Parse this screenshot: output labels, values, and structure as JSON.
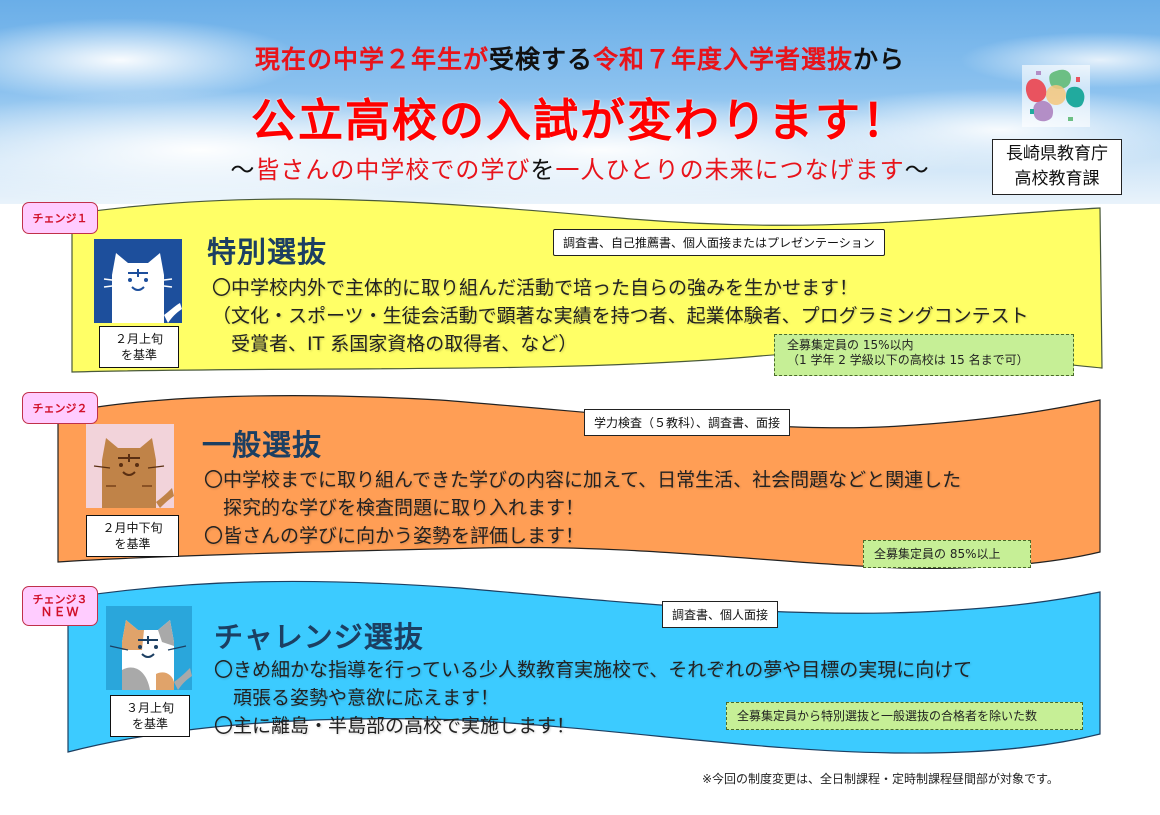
{
  "header": {
    "line1": [
      {
        "text": "現在の中学２年生が",
        "color": "red"
      },
      {
        "text": "受検する",
        "color": "black"
      },
      {
        "text": "令和７年度入学者選抜",
        "color": "red"
      },
      {
        "text": "から",
        "color": "black"
      }
    ],
    "headline": "公立高校の入試が変わります！",
    "subtitle": [
      {
        "text": "～",
        "color": "black"
      },
      {
        "text": "皆さんの中学校での学び",
        "color": "red"
      },
      {
        "text": "を",
        "color": "black"
      },
      {
        "text": "一人ひとりの未来",
        "color": "red"
      },
      {
        "text": "につなげます",
        "color": "red"
      },
      {
        "text": "～",
        "color": "black"
      }
    ],
    "org_line1": "長崎県教育庁",
    "org_line2": "高校教育課",
    "logo_icon": "flower-logo-icon"
  },
  "colors": {
    "panel1": "#ffff66",
    "panel2": "#ff9e55",
    "panel3": "#3ccbff",
    "title": "#1c3f62",
    "tag_bg": "#ffccff",
    "tag_text": "#d0102a",
    "quota_bg": "#c6ef96",
    "headline_red": "#ff0000"
  },
  "panels": [
    {
      "tag": "チェンジ１",
      "tag2": "",
      "title": "特別選抜",
      "method": "調査書、自己推薦書、個人面接またはプレゼンテーション",
      "date_line1": "２月上旬",
      "date_line2": "を基準",
      "lines": [
        "〇中学校内外で主体的に取り組んだ活動で培った自らの強みを生かせます！",
        "（文化・スポーツ・生徒会活動で顕著な実績を持つ者、起業体験者、プログラミングコンテスト",
        "　受賞者、IT 系国家資格の取得者、など）"
      ],
      "quota_line1": "全募集定員の 15%以内",
      "quota_line2": "（1 学年 2 学級以下の高校は 15 名まで可）",
      "avatar_icon": "white-cat-icon"
    },
    {
      "tag": "チェンジ２",
      "tag2": "",
      "title": "一般選抜",
      "method": "学力検査（５教科）、調査書、面接",
      "date_line1": "２月中下旬",
      "date_line2": "を基準",
      "lines": [
        "〇中学校までに取り組んできた学びの内容に加えて、日常生活、社会問題などと関連した",
        "　探究的な学びを検査問題に取り入れます！",
        "〇皆さんの学びに向かう姿勢を評価します！"
      ],
      "quota_line1": "全募集定員の 85%以上",
      "avatar_icon": "tabby-cat-icon"
    },
    {
      "tag": "チェンジ３",
      "tag2": "ＮＥＷ",
      "title": "チャレンジ選抜",
      "method": "調査書、個人面接",
      "date_line1": "３月上旬",
      "date_line2": "を基準",
      "lines": [
        "〇きめ細かな指導を行っている少人数教育実施校で、それぞれの夢や目標の実現に向けて",
        "　頑張る姿勢や意欲に応えます！",
        "〇主に離島・半島部の高校で実施します！"
      ],
      "quota_line1": "全募集定員から特別選抜と一般選抜の合格者を除いた数",
      "avatar_icon": "calico-cat-icon"
    }
  ],
  "footnote": "※今回の制度変更は、全日制課程・定時制課程昼間部が対象です。"
}
